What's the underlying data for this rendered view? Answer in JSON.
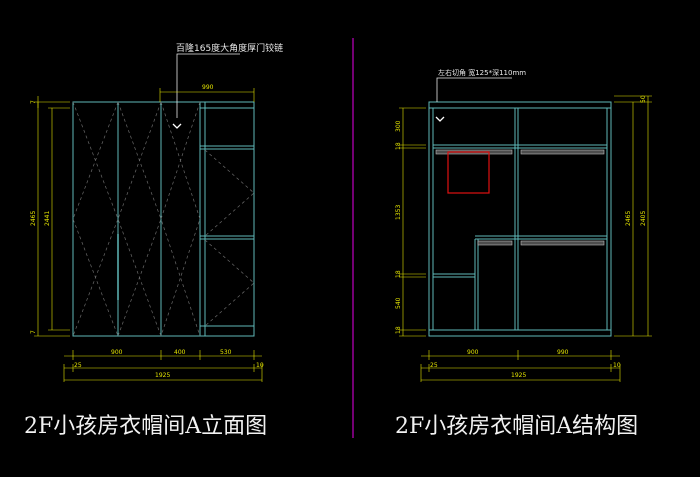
{
  "left_view": {
    "annotation": "百隆165度大角度厚门铰链",
    "top_dim": "990",
    "height_dims": [
      "2465",
      "2441"
    ],
    "small_dims": [
      "7",
      "7"
    ],
    "bottom_dims": [
      "900",
      "400",
      "530"
    ],
    "edge_dims": [
      "25",
      "10"
    ],
    "overall_dim": "1925",
    "caption": "2F小孩房衣帽间A立面图"
  },
  "right_view": {
    "annotation": "左右切角 宽125*深110mm",
    "left_dims": [
      "300",
      "18",
      "1353",
      "18",
      "540",
      "18"
    ],
    "right_dims": [
      "2465",
      "50",
      "2405"
    ],
    "bottom_dims": [
      "900",
      "990"
    ],
    "edge_dims": [
      "25",
      "10"
    ],
    "overall_dim": "1925",
    "caption": "2F小孩房衣帽间A结构图"
  },
  "colors": {
    "background": "#000000",
    "cabinet_line": "#5fb9b9",
    "dimension": "#e6e600",
    "divider": "#c000c0",
    "highlight_box": "#e01010",
    "text": "#e8e8e8"
  }
}
